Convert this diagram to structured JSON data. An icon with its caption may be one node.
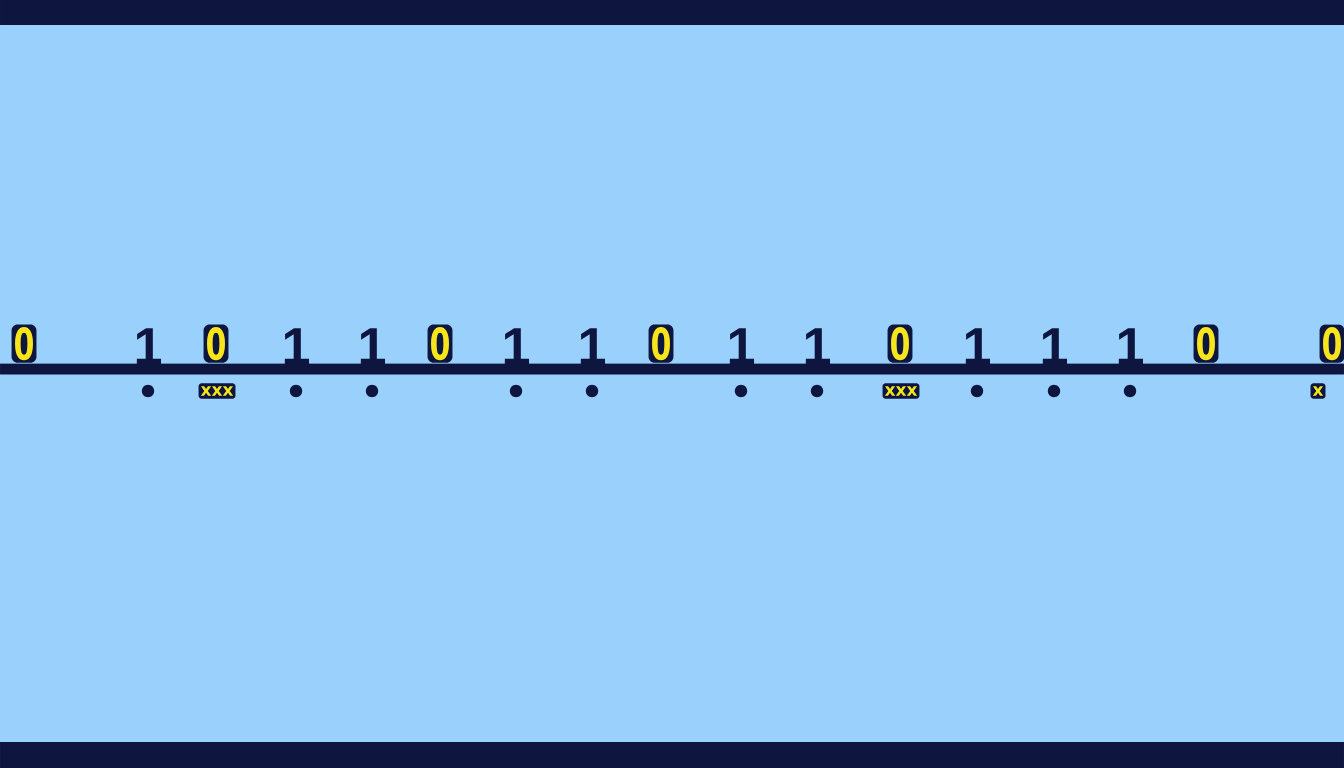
{
  "diagram": {
    "nodes": [
      {
        "text": [
          "xxx"
        ]
      },
      {
        "text": [
          "xxx"
        ]
      },
      {
        "text": [
          "x"
        ]
      }
    ],
    "labels": [
      "0",
      "1",
      "0",
      "1",
      "1",
      "0",
      "1",
      "1",
      "0",
      "1",
      "1",
      "0",
      "1",
      "1",
      "1",
      "0",
      "0"
    ]
  }
}
